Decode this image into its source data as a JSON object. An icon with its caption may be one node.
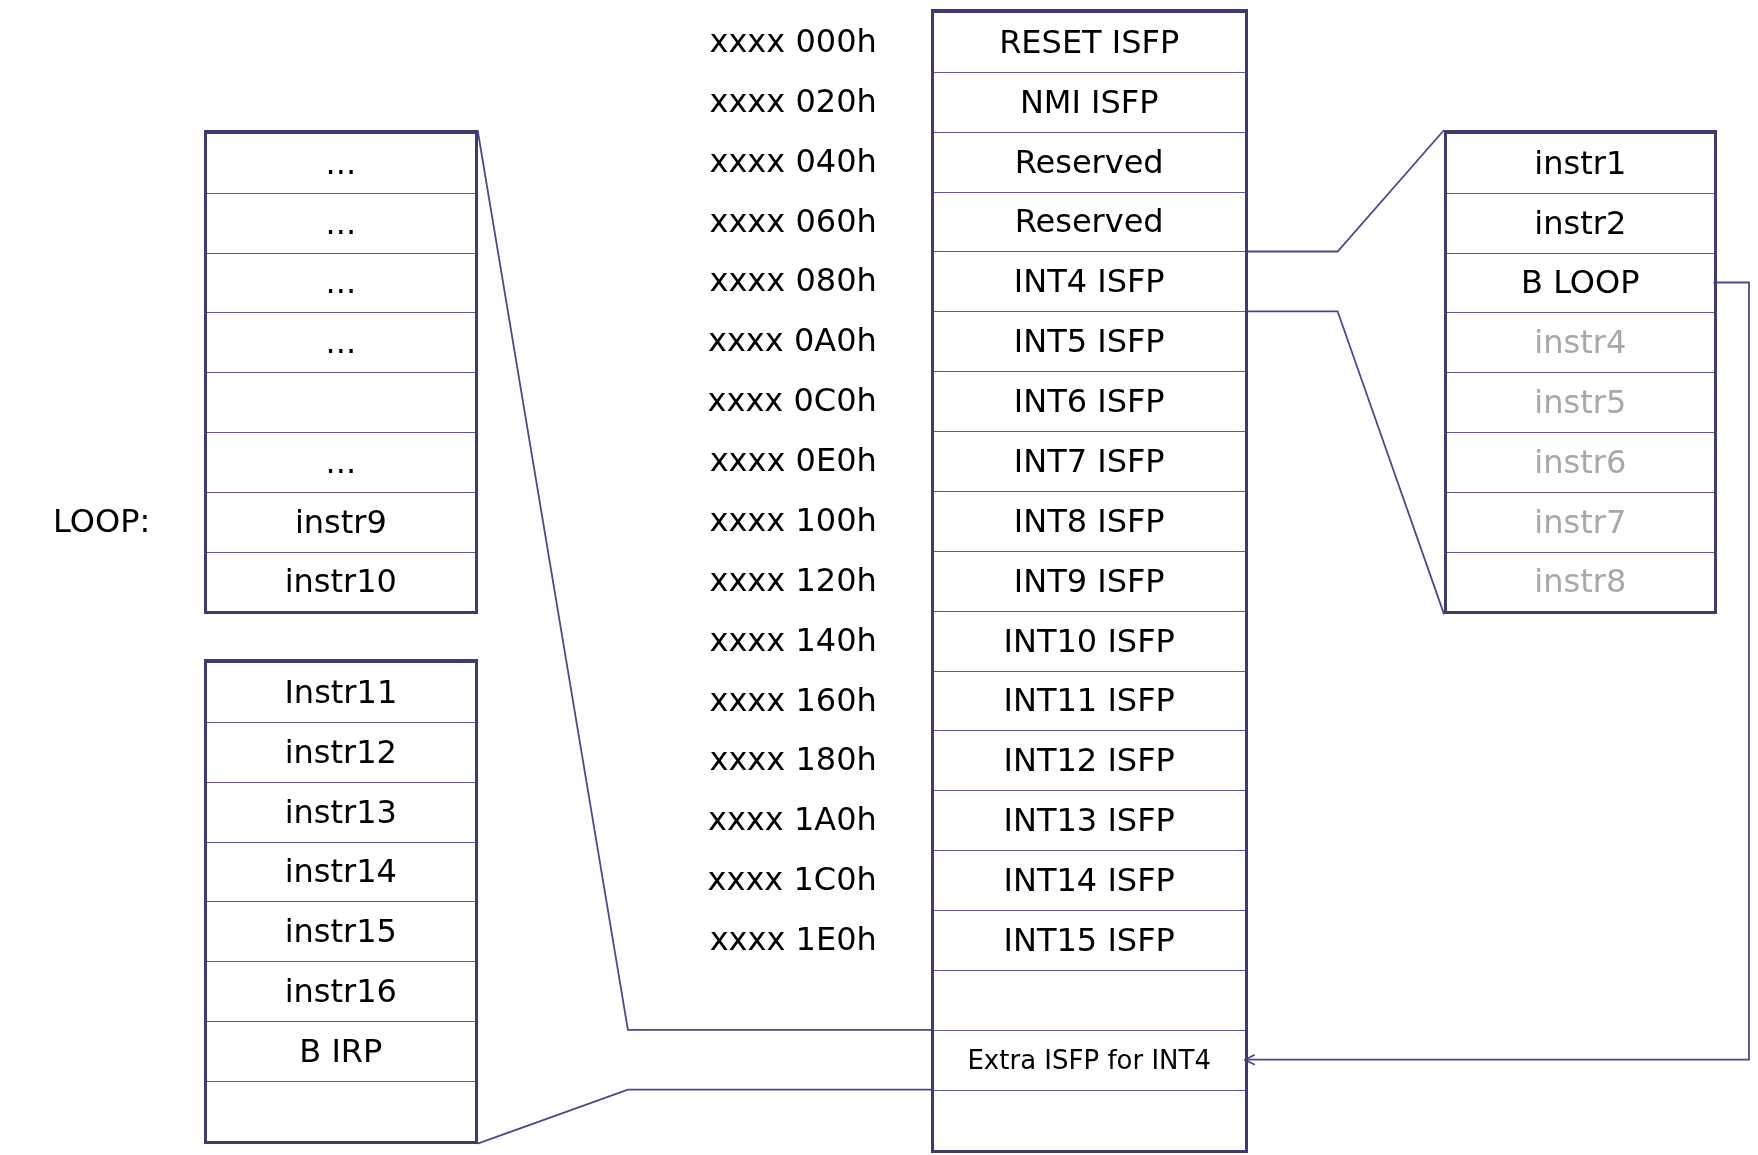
{
  "diagram": {
    "nodes": [
      {
        "text": [],
        "shape": "box"
      },
      {
        "text": [
          "..."
        ],
        "in": 0
      },
      {
        "text": [
          "..."
        ],
        "in": 0
      },
      {
        "text": [
          "..."
        ],
        "in": 0
      },
      {
        "text": [
          "..."
        ],
        "in": 0
      },
      {
        "text": [],
        "shape": "box",
        "in": 0
      },
      {
        "text": [
          "..."
        ],
        "in": 0
      },
      {
        "text": [
          "instr9"
        ],
        "in": 0,
        "beside": [
          "LOOP:"
        ]
      },
      {
        "text": [
          "instr10"
        ],
        "in": 0
      },
      {
        "text": [],
        "shape": "box"
      },
      {
        "text": [
          "Instr11"
        ],
        "in": 9
      },
      {
        "text": [
          "instr12"
        ],
        "in": 9
      },
      {
        "text": [
          "instr13"
        ],
        "in": 9
      },
      {
        "text": [
          "instr14"
        ],
        "in": 9
      },
      {
        "text": [
          "instr15"
        ],
        "in": 9
      },
      {
        "text": [
          "instr16"
        ],
        "in": 9
      },
      {
        "text": [
          "B IRP"
        ],
        "in": 9
      },
      {
        "text": [],
        "shape": "box",
        "in": 9
      },
      {
        "text": [],
        "shape": "box"
      },
      {
        "text": [
          "RESET ISFP"
        ],
        "in": 18,
        "beside": [
          "xxxx 000h"
        ]
      },
      {
        "text": [
          "NMI ISFP"
        ],
        "in": 18,
        "beside": [
          "xxxx 020h"
        ]
      },
      {
        "text": [
          "Reserved"
        ],
        "in": 18,
        "beside": [
          "xxxx 040h"
        ]
      },
      {
        "text": [
          "Reserved"
        ],
        "in": 18,
        "beside": [
          "xxxx 060h"
        ]
      },
      {
        "text": [
          "INT4 ISFP"
        ],
        "in": 18,
        "beside": [
          "xxxx 080h"
        ]
      },
      {
        "text": [
          "INT5 ISFP"
        ],
        "in": 18,
        "beside": [
          "xxxx 0A0h"
        ]
      },
      {
        "text": [
          "INT6 ISFP"
        ],
        "in": 18,
        "beside": [
          "xxxx 0C0h"
        ]
      },
      {
        "text": [
          "INT7 ISFP"
        ],
        "in": 18,
        "beside": [
          "xxxx 0E0h"
        ]
      },
      {
        "text": [
          "INT8 ISFP"
        ],
        "in": 18,
        "beside": [
          "xxxx 100h"
        ]
      },
      {
        "text": [
          "INT9 ISFP"
        ],
        "in": 18,
        "beside": [
          "xxxx 120h"
        ]
      },
      {
        "text": [
          "INT10 ISFP"
        ],
        "in": 18,
        "beside": [
          "xxxx 140h"
        ]
      },
      {
        "text": [
          "INT11 ISFP"
        ],
        "in": 18,
        "beside": [
          "xxxx 160h"
        ]
      },
      {
        "text": [
          "INT12 ISFP"
        ],
        "in": 18,
        "beside": [
          "xxxx 180h"
        ]
      },
      {
        "text": [
          "INT13 ISFP"
        ],
        "in": 18,
        "beside": [
          "xxxx 1A0h"
        ]
      },
      {
        "text": [
          "INT14 ISFP"
        ],
        "in": 18,
        "beside": [
          "xxxx 1C0h"
        ]
      },
      {
        "text": [
          "INT15 ISFP"
        ],
        "in": 18,
        "beside": [
          "xxxx 1E0h"
        ]
      },
      {
        "text": [],
        "shape": "box",
        "in": 18
      },
      {
        "text": [
          "Extra ISFP for INT4"
        ],
        "in": 18
      },
      {
        "text": [],
        "shape": "box",
        "in": 18
      },
      {
        "text": [],
        "shape": "box"
      },
      {
        "text": [
          "instr1"
        ],
        "in": 38
      },
      {
        "text": [
          "instr2"
        ],
        "in": 38
      },
      {
        "text": [
          "B LOOP"
        ],
        "in": 38
      },
      {
        "text": [
          "instr4"
        ],
        "in": 38
      },
      {
        "text": [
          "instr5"
        ],
        "in": 38
      },
      {
        "text": [
          "instr6"
        ],
        "in": 38
      },
      {
        "text": [
          "instr7"
        ],
        "in": 38
      },
      {
        "text": [
          "instr8"
        ],
        "in": 38
      }
    ],
    "edges": [
      {
        "from": 41,
        "to": 36,
        "arrow": "to"
      },
      {
        "from": 38,
        "to": 23,
        "arrow": "none"
      },
      {
        "from": 38,
        "to": 23,
        "arrow": "none"
      },
      {
        "from": 0,
        "to": 36,
        "arrow": "none"
      },
      {
        "from": 9,
        "to": 36,
        "arrow": "none"
      }
    ]
  }
}
